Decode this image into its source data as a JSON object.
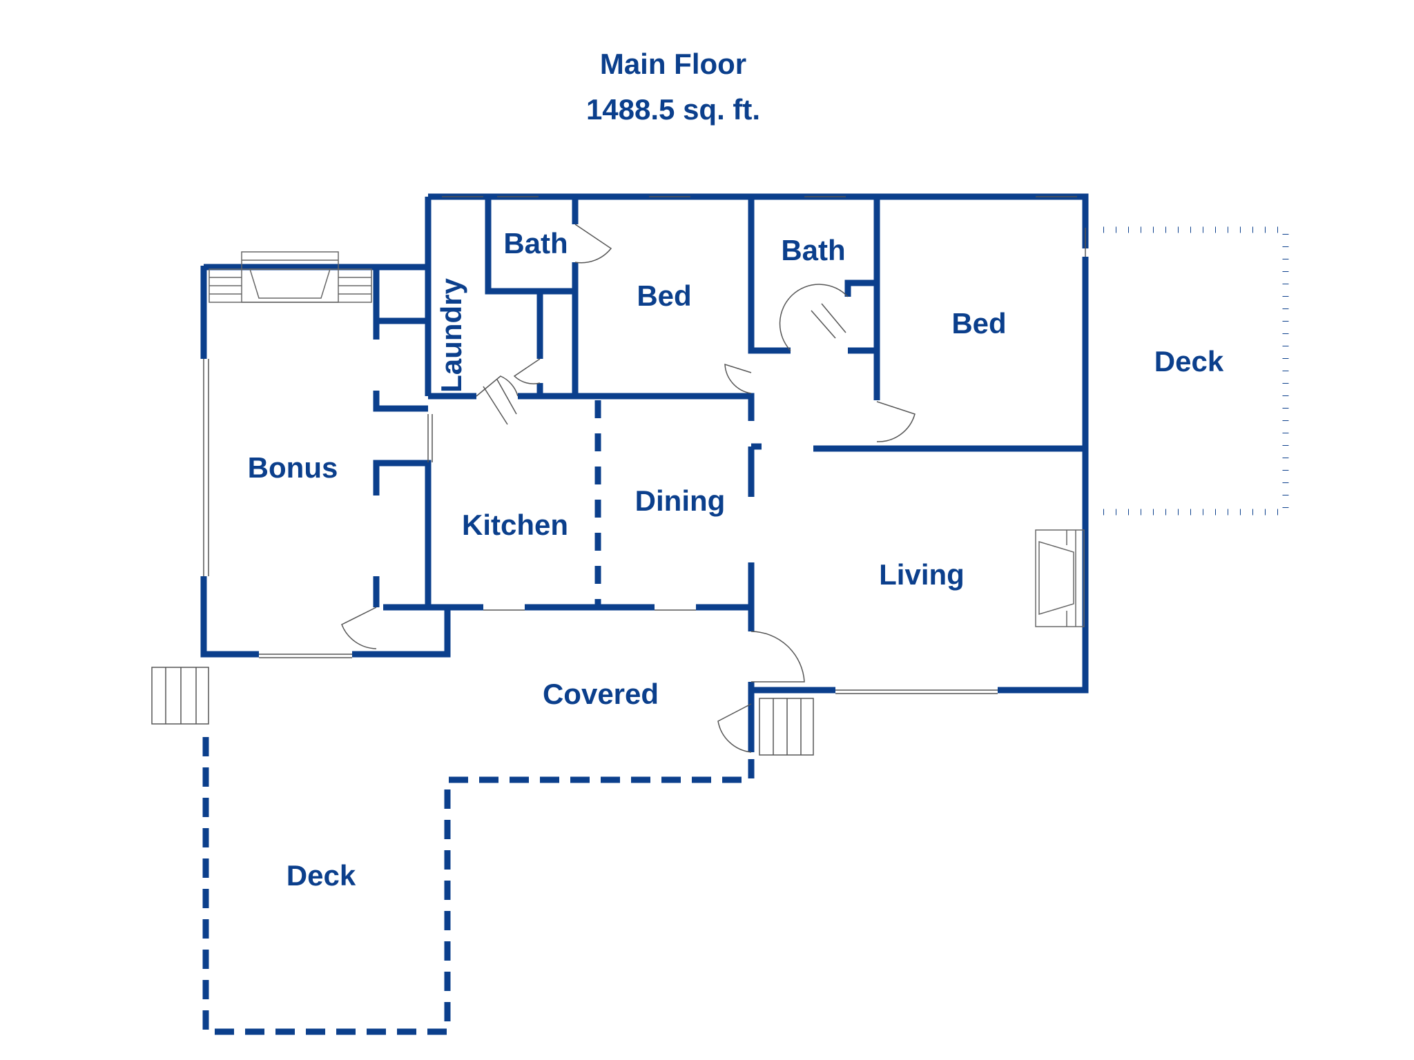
{
  "title": {
    "line1": "Main Floor",
    "line2": "1488.5 sq. ft."
  },
  "colors": {
    "wall": "#0b3f8c",
    "text": "#0b3f8c",
    "fixture": "#555555",
    "background": "#ffffff"
  },
  "rooms": {
    "bath_left": "Bath",
    "bed_left": "Bed",
    "bath_right": "Bath",
    "bed_right": "Bed",
    "deck_right": "Deck",
    "laundry": "Laundry",
    "bonus": "Bonus",
    "kitchen": "Kitchen",
    "dining": "Dining",
    "living": "Living",
    "covered": "Covered",
    "deck_left": "Deck"
  }
}
